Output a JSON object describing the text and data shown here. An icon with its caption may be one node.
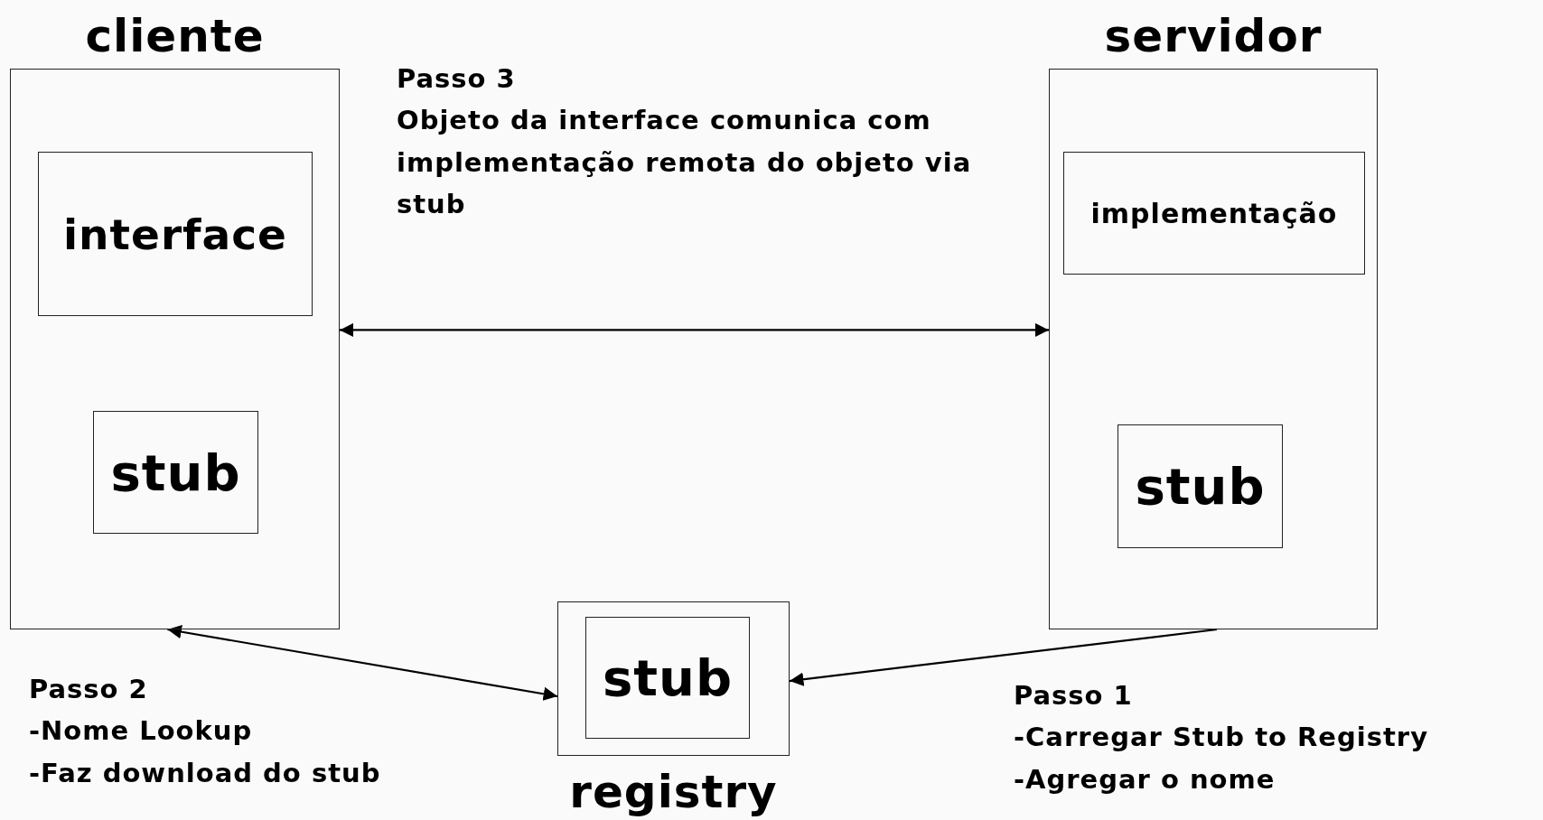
{
  "diagram": {
    "nodes": [
      {
        "text": [
          "cliente"
        ]
      },
      {
        "text": [
          "interface"
        ],
        "in": 0
      },
      {
        "text": [
          "stub"
        ],
        "in": 0
      },
      {
        "text": [
          "servidor"
        ]
      },
      {
        "text": [
          "implementação"
        ],
        "in": 3
      },
      {
        "text": [
          "stub"
        ],
        "in": 3
      },
      {
        "text": [
          "registry"
        ]
      },
      {
        "text": [
          "stub"
        ],
        "in": 6
      }
    ],
    "edges": [
      {
        "from": 0,
        "to": 3,
        "arrow": "both"
      },
      {
        "from": 0,
        "to": 6,
        "arrow": "both"
      },
      {
        "from": 3,
        "to": 6,
        "arrow": "to"
      }
    ],
    "labels": [
      "Passo 3",
      "Objeto da interface comunica com implementação remota do objeto via stub",
      "Passo 2",
      "-Nome Lookup",
      "-Faz download do stub",
      "Passo 1",
      "-Carregar Stub to Registry",
      "-Agregar o nome"
    ]
  }
}
